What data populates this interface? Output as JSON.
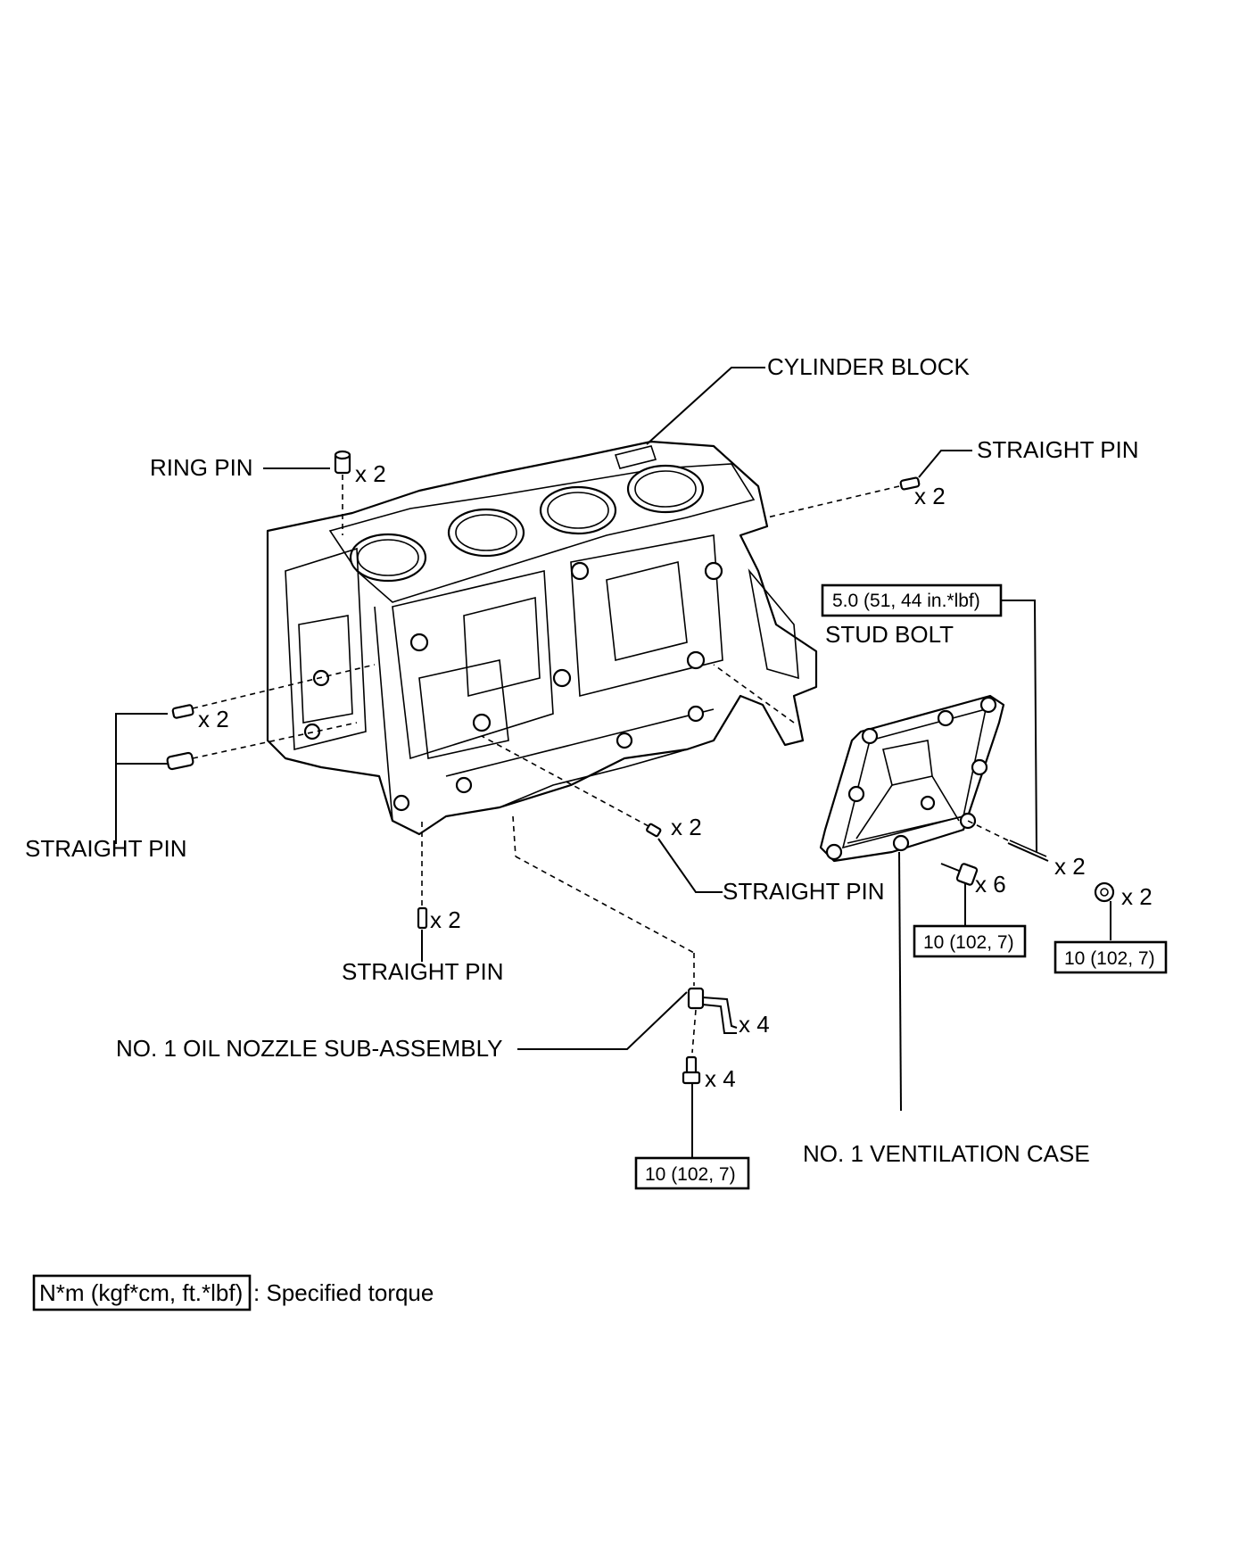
{
  "labels": {
    "cylinder_block": "CYLINDER BLOCK",
    "ring_pin": "RING PIN",
    "straight_pin_top": "STRAIGHT PIN",
    "straight_pin_left": "STRAIGHT PIN",
    "straight_pin_front": "STRAIGHT PIN",
    "straight_pin_bottom": "STRAIGHT PIN",
    "stud_bolt": "STUD BOLT",
    "oil_nozzle": "NO. 1 OIL NOZZLE SUB-ASSEMBLY",
    "ventilation_case": "NO. 1 VENTILATION CASE"
  },
  "quantities": {
    "ring_pin": "x 2",
    "straight_pin_top": "x 2",
    "straight_pin_left": "x 2",
    "straight_pin_front": "x 2",
    "straight_pin_bottom": "x 2",
    "stud_bolt": "x 2",
    "case_bolt": "x 6",
    "case_nut": "x 2",
    "oil_nozzle": "x 4",
    "nozzle_bolt": "x 4"
  },
  "torques": {
    "stud_bolt": "5.0 (51, 44 in.*lbf)",
    "case_bolt": "10 (102, 7)",
    "case_nut": "10 (102, 7)",
    "nozzle_bolt": "10 (102, 7)"
  },
  "legend": {
    "unit_box": "N*m (kgf*cm, ft.*lbf)",
    "description": ": Specified torque"
  }
}
